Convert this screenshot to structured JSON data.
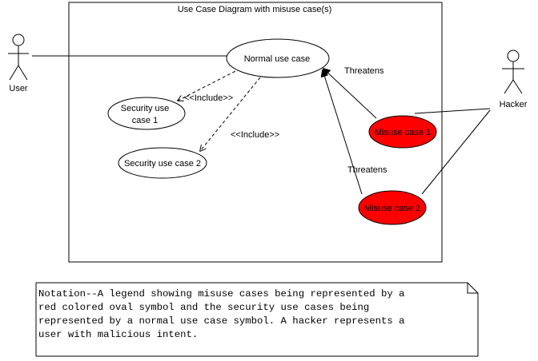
{
  "diagram": {
    "title": "Use Case Diagram with misuse case(s)",
    "actors": {
      "user": "User",
      "hacker": "Hacker"
    },
    "use_cases": {
      "normal": "Normal use case",
      "security1_line1": "Security use",
      "security1_line2": "case 1",
      "security2": "Security use case 2"
    },
    "misuse_cases": {
      "misuse1": "Misuse case 1",
      "misuse2": "Misuse case 2"
    },
    "relations": {
      "include1": "<<Include>>",
      "include2": "<<Include>>",
      "threatens1": "Threatens",
      "threatens2": "Threatens"
    },
    "colors": {
      "misuse_fill": "#ff0000",
      "line": "#000000"
    }
  },
  "note": {
    "lines": [
      "Notation--A legend showing misuse cases being represented by a",
      "red colored oval symbol and the security use cases being",
      "represented by a normal use case symbol. A hacker represents a",
      "user with malicious intent."
    ]
  }
}
